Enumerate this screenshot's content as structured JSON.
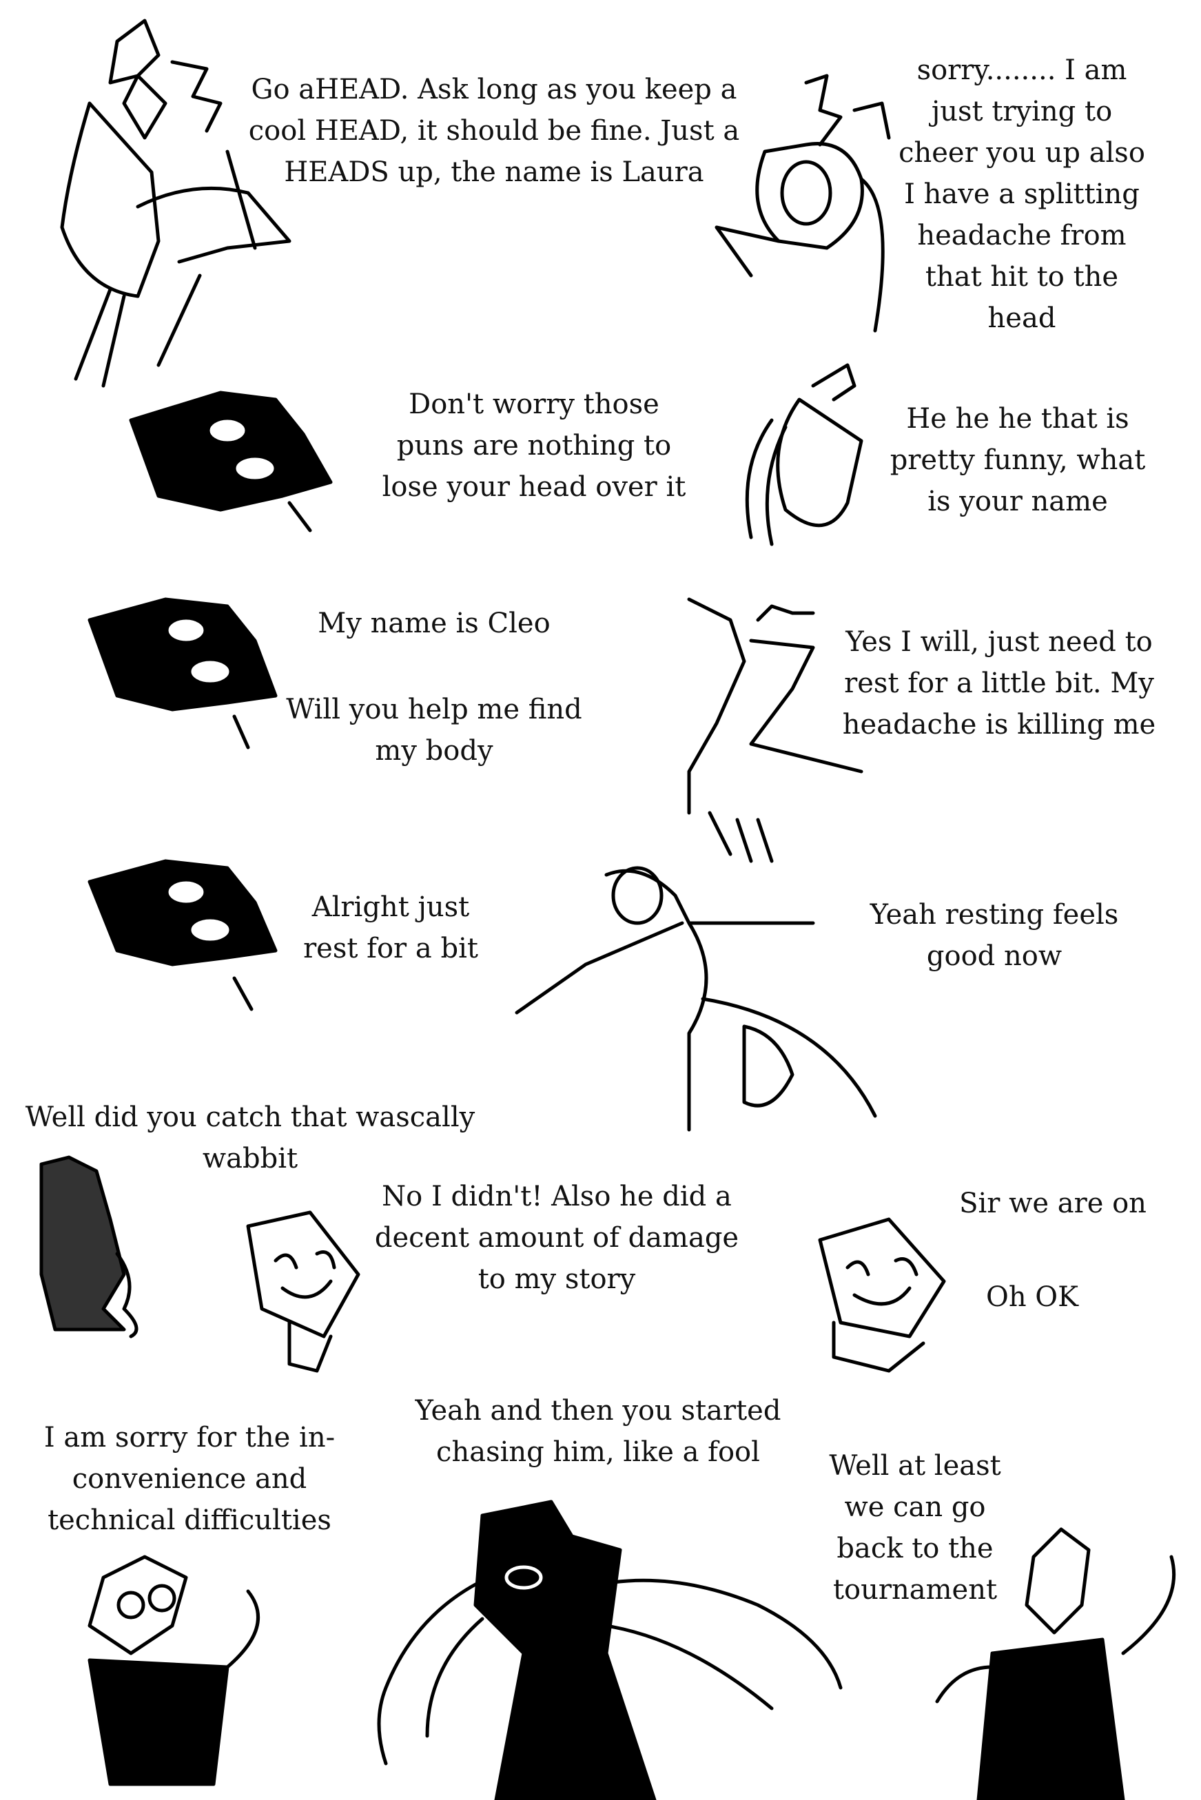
{
  "panels": [
    {
      "speaker": "laura",
      "lines": [
        "Go aHEAD. Ask long as you keep a",
        "cool HEAD, it should be fine. Just a",
        "HEADS up, the name is Laura"
      ]
    },
    {
      "speaker": "horse-head",
      "lines": [
        "sorry........ I am",
        "just trying to",
        "cheer you up also",
        "I have a splitting",
        "headache from",
        "that hit to the",
        "head"
      ]
    },
    {
      "speaker": "cleo-head",
      "lines": [
        "Don't worry those",
        "puns are nothing to",
        "lose your head over it"
      ]
    },
    {
      "speaker": "horse-head",
      "lines": [
        "He he he that is",
        "pretty funny, what",
        "is your name"
      ]
    },
    {
      "speaker": "cleo-head",
      "lines": [
        "My name is Cleo"
      ],
      "lines2": [
        "Will you help me find",
        "my body"
      ]
    },
    {
      "speaker": "body",
      "lines": [
        "Yes I will, just need to",
        "rest for a little bit. My",
        "headache is killing me"
      ]
    },
    {
      "speaker": "cleo-head",
      "lines": [
        "Alright just",
        "rest for a bit"
      ]
    },
    {
      "speaker": "body",
      "lines": [
        "Yeah resting feels",
        "good now"
      ]
    },
    {
      "speaker": "shadow",
      "lines": [
        "Well did you catch that wascally",
        "wabbit"
      ]
    },
    {
      "speaker": "mask-character",
      "lines": [
        "No I didn't! Also he did a",
        "decent amount of damage",
        "to my story"
      ]
    },
    {
      "speaker": "mask-character",
      "lines": [
        "Sir we are on"
      ],
      "lines2": [
        "Oh OK"
      ]
    },
    {
      "speaker": "skeleton-boss",
      "lines": [
        "Yeah and then you started",
        "chasing him, like a fool"
      ]
    },
    {
      "speaker": "mask-character",
      "lines": [
        "I  am sorry for the in-",
        "convenience and",
        "technical difficulties"
      ]
    },
    {
      "speaker": "mask-character",
      "lines": [
        "Well at least",
        "we can go",
        "back to the",
        "tournament"
      ]
    }
  ]
}
